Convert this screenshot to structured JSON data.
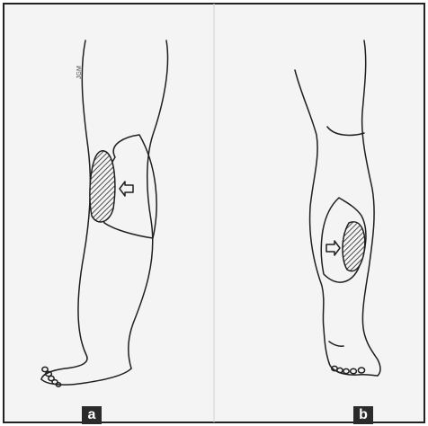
{
  "figure": {
    "panels": [
      {
        "id": "a",
        "label": "a"
      },
      {
        "id": "b",
        "label": "b"
      }
    ],
    "signature": "JGM",
    "colors": {
      "paper": "#f4f4f4",
      "ink": "#1f1f1f",
      "frame": "#222222",
      "label_bg": "#2b2b2b",
      "label_text": "#ffffff"
    }
  }
}
